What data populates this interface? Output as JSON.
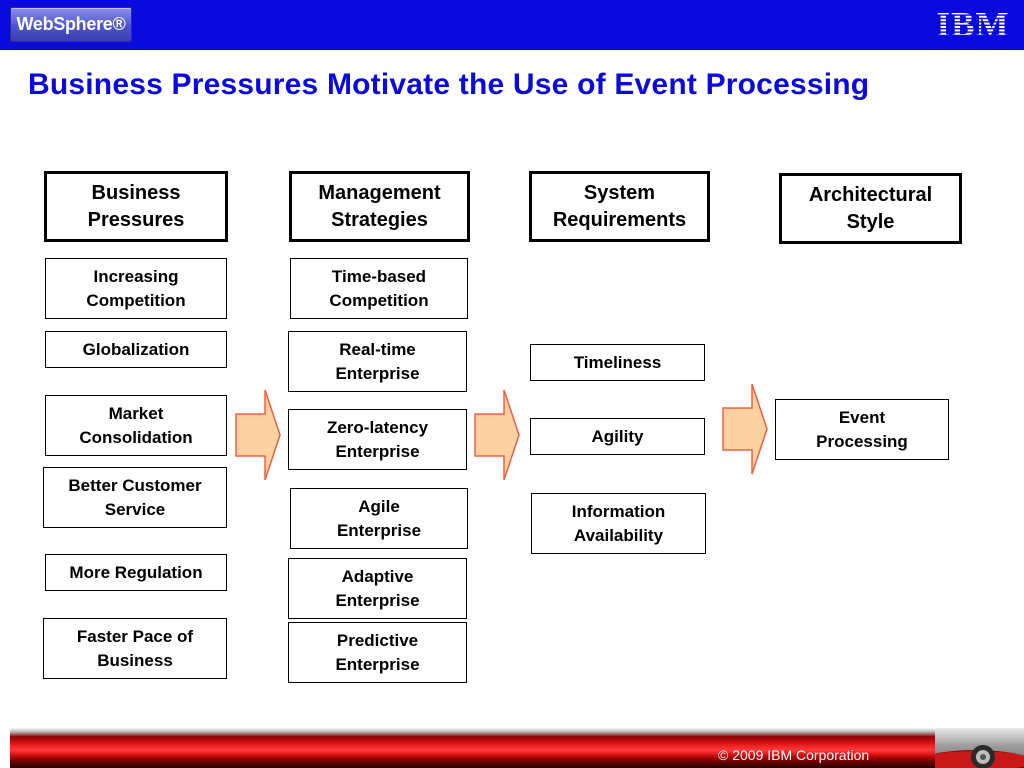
{
  "header": {
    "logo_text": "WebSphere®",
    "brand": "IBM",
    "bar_color": "#0a0adf"
  },
  "slide": {
    "title": "Business Pressures Motivate the Use of Event Processing"
  },
  "columns": {
    "business_pressures": {
      "header": "Business\nPressures",
      "items": [
        "Increasing\nCompetition",
        "Globalization",
        "Market\nConsolidation",
        "Better Customer\nService",
        "More Regulation",
        "Faster Pace of\nBusiness"
      ]
    },
    "management_strategies": {
      "header": "Management\nStrategies",
      "items": [
        "Time-based\nCompetition",
        "Real-time\nEnterprise",
        "Zero-latency\nEnterprise",
        "Agile\nEnterprise",
        "Adaptive\nEnterprise",
        "Predictive\nEnterprise"
      ]
    },
    "system_requirements": {
      "header": "System\nRequirements",
      "items": [
        "Timeliness",
        "Agility",
        "Information\nAvailability"
      ]
    },
    "architectural_style": {
      "header": "Architectural\nStyle",
      "items": [
        "Event\nProcessing"
      ]
    }
  },
  "arrows": {
    "fill": "#fcd2a2",
    "stroke": "#f06040",
    "links": [
      "business_pressures→management_strategies",
      "management_strategies→system_requirements",
      "system_requirements→architectural_style"
    ]
  },
  "footer": {
    "copyright": "© 2009 IBM Corporation"
  }
}
